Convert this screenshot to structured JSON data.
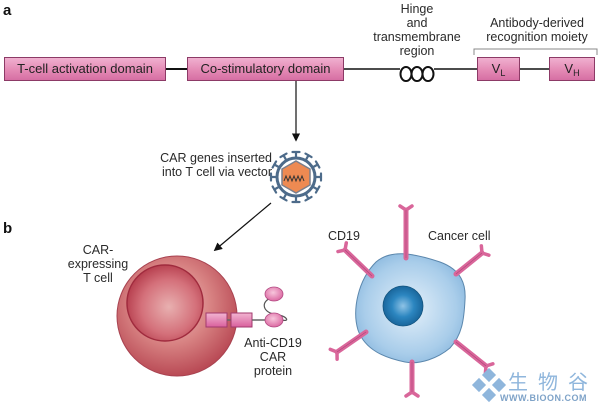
{
  "panels": {
    "a": {
      "label": "a"
    },
    "b": {
      "label": "b"
    }
  },
  "construct": {
    "domains": [
      {
        "id": "t-cell-activation",
        "label": "T-cell activation domain"
      },
      {
        "id": "co-stimulatory",
        "label": "Co-stimulatory domain"
      }
    ],
    "hinge_label": [
      "Hinge",
      "and",
      "transmembrane",
      "region"
    ],
    "antibody_label": [
      "Antibody-derived",
      "recognition moiety"
    ],
    "vl": {
      "main": "V",
      "sub": "L"
    },
    "vh": {
      "main": "V",
      "sub": "H"
    }
  },
  "vector": {
    "label": [
      "CAR genes inserted",
      "into T cell via vector"
    ]
  },
  "t_cell": {
    "label": [
      "CAR-",
      "expressing",
      "T cell"
    ],
    "protein_label": [
      "Anti-CD19",
      "CAR",
      "protein"
    ]
  },
  "cancer_cell": {
    "label": "Cancer cell",
    "receptor_label": "CD19"
  },
  "watermark": {
    "chinese": "生物谷",
    "url": "WWW.BIOON.COM"
  },
  "colors": {
    "domain_pink": "#e48ab5",
    "t_cell_red": "#c8555f",
    "cancer_blue": "#9cc6e6",
    "nucleus_blue": "#1f79b0",
    "cd19_pink": "#d9669a",
    "vector_orange": "#ee8a52",
    "vector_spikes": "#4d6b8a"
  }
}
